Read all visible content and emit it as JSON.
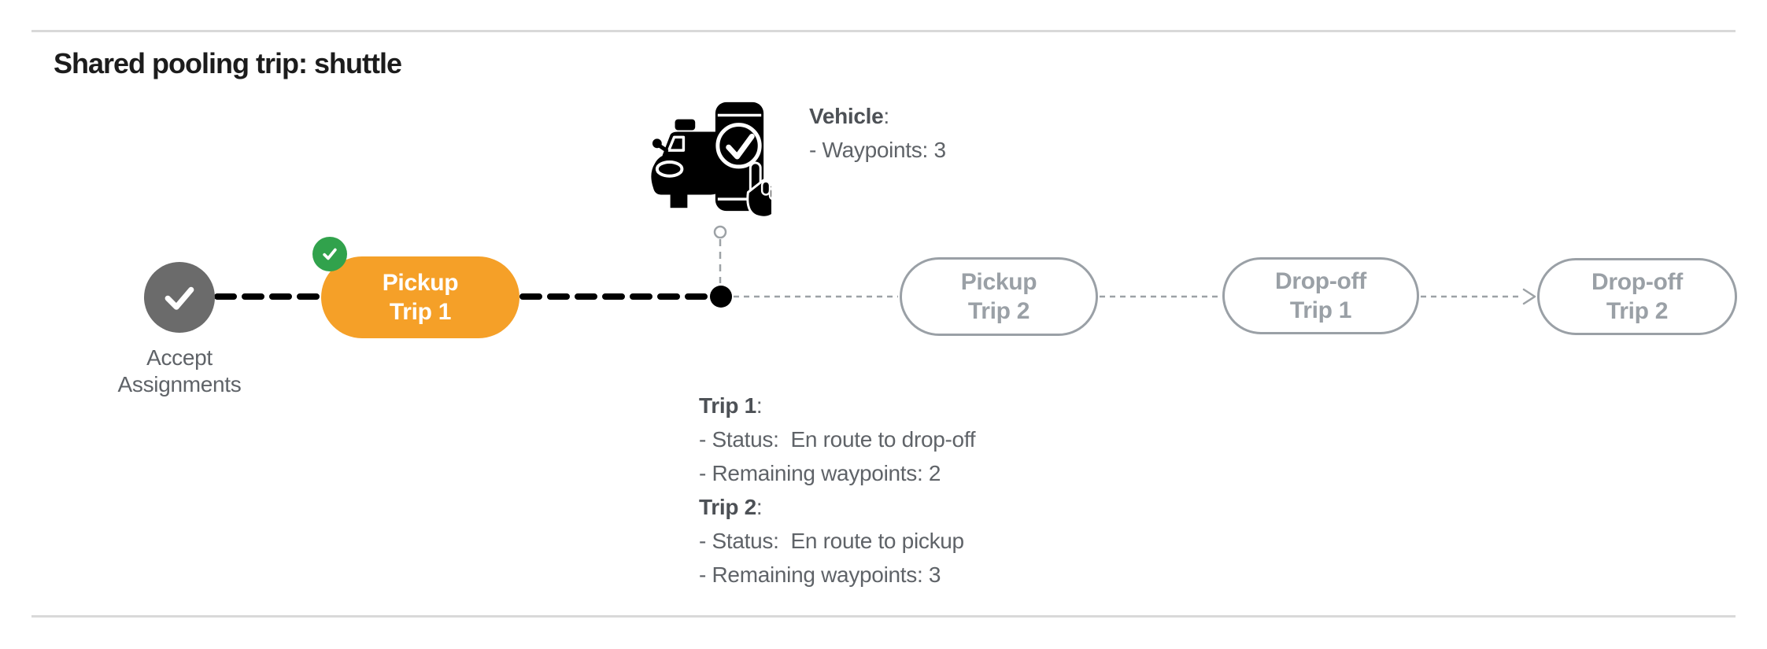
{
  "page": {
    "title": "Shared pooling trip: shuttle"
  },
  "vehicle_info": {
    "title": "Vehicle",
    "colon": ":",
    "line": "- Waypoints: 3"
  },
  "timeline": {
    "start": {
      "line1": "Accept",
      "line2": "Assignments",
      "icon": "check-icon",
      "state": "completed"
    },
    "pills": [
      {
        "id": "pickup-trip-1",
        "line1": "Pickup",
        "line2": "Trip 1",
        "state": "current",
        "badge_icon": "check-badge-icon"
      },
      {
        "id": "pickup-trip-2",
        "line1": "Pickup",
        "line2": "Trip 2",
        "state": "upcoming"
      },
      {
        "id": "dropoff-trip-1",
        "line1": "Drop-off",
        "line2": "Trip 1",
        "state": "upcoming"
      },
      {
        "id": "dropoff-trip-2",
        "line1": "Drop-off",
        "line2": "Trip 2",
        "state": "upcoming"
      }
    ],
    "vehicle_marker_icon": "car-with-phone-check-icon"
  },
  "trip_status": {
    "trips": [
      {
        "name": "Trip 1",
        "colon": ":",
        "status_line": "- Status:  En route to drop-off",
        "waypoints_line": "- Remaining waypoints: 2"
      },
      {
        "name": "Trip 2",
        "colon": ":",
        "status_line": "- Status:  En route to pickup",
        "waypoints_line": "- Remaining waypoints: 3"
      }
    ]
  },
  "colors": {
    "accent_orange": "#f5a028",
    "success_green": "#31a24c",
    "completed_node_gray": "#6b6b6b",
    "pending_outline_gray": "#9aa0a6",
    "body_text_gray": "#5f6368",
    "divider_gray": "#d9d9d9",
    "route_black": "#000000",
    "background": "#ffffff"
  }
}
